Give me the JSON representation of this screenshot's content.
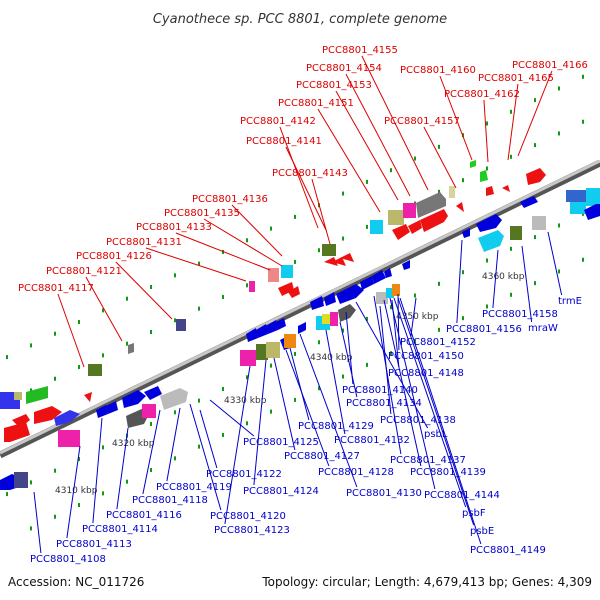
{
  "title": "Cyanothece sp. PCC 8801, complete genome",
  "accession": "Accession: NC_011726",
  "topology": "Topology: circular; Length: 4,679,413 bp; Genes: 4,309",
  "colors": {
    "forward": "#dd0000",
    "reverse": "#0000cc",
    "backbone": "#999999"
  },
  "ticks": [
    "4310 kbp",
    "4320 kbp",
    "4330 kbp",
    "4340 kbp",
    "4350 kbp",
    "4360 kbp"
  ],
  "forward_labels": [
    "PCC8801_4117",
    "PCC8801_4121",
    "PCC8801_4126",
    "PCC8801_4131",
    "PCC8801_4133",
    "PCC8801_4135",
    "PCC8801_4136",
    "PCC8801_4143",
    "PCC8801_4141",
    "PCC8801_4142",
    "PCC8801_4151",
    "PCC8801_4153",
    "PCC8801_4154",
    "PCC8801_4155",
    "PCC8801_4157",
    "PCC8801_4160",
    "PCC8801_4162",
    "PCC8801_4165",
    "PCC8801_4166"
  ],
  "reverse_labels": [
    "PCC8801_4108",
    "PCC8801_4113",
    "PCC8801_4114",
    "PCC8801_4116",
    "PCC8801_4118",
    "PCC8801_4119",
    "PCC8801_4120",
    "PCC8801_4122",
    "PCC8801_4123",
    "PCC8801_4124",
    "PCC8801_4125",
    "PCC8801_4127",
    "PCC8801_4128",
    "PCC8801_4129",
    "PCC8801_4130",
    "PCC8801_4132",
    "PCC8801_4134",
    "psbL",
    "PCC8801_4137",
    "PCC8801_4138",
    "PCC8801_4139",
    "PCC8801_4140",
    "PCC8801_4144",
    "psbF",
    "psbE",
    "PCC8801_4148",
    "PCC8801_4149",
    "PCC8801_4150",
    "PCC8801_4152",
    "PCC8801_4156",
    "PCC8801_4158",
    "mraW",
    "trmE"
  ]
}
